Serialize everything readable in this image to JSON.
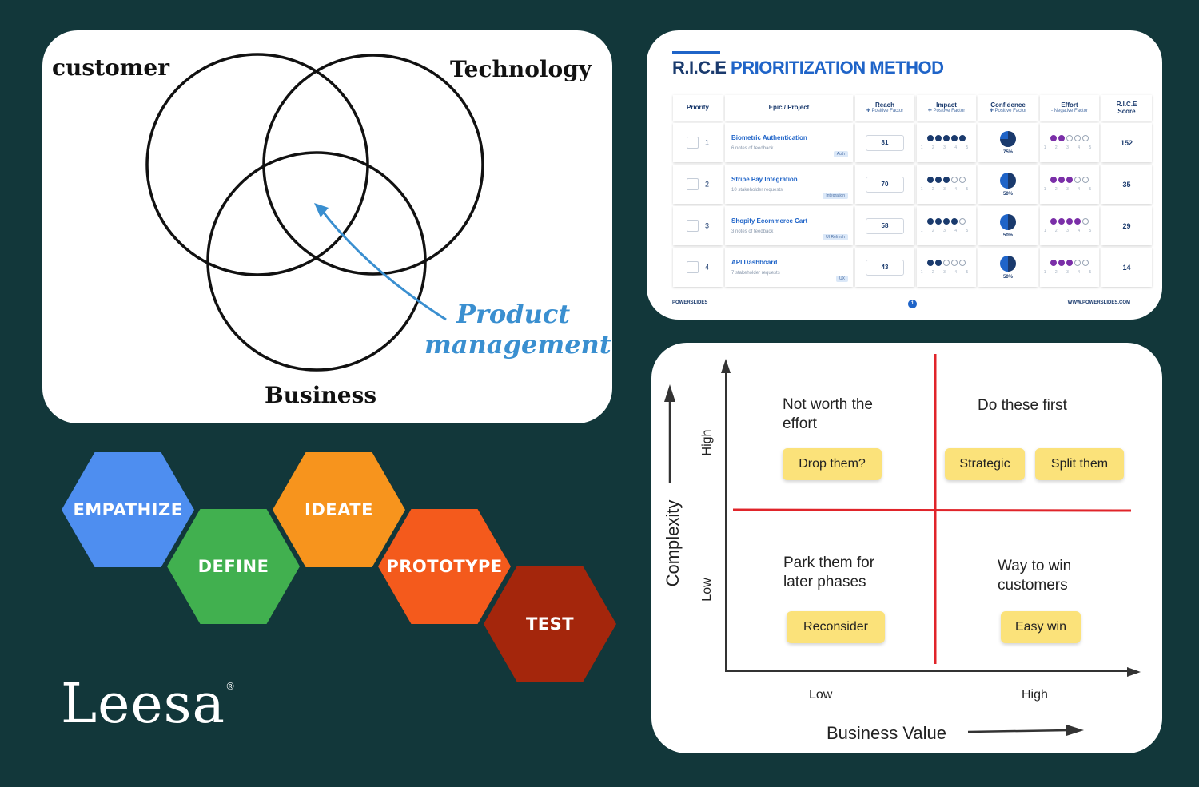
{
  "venn": {
    "labels": {
      "customer": "customer",
      "technology": "Technology",
      "business": "Business",
      "product_line1": "Product",
      "product_line2": "management"
    },
    "colors": {
      "stroke": "#111111",
      "arrow": "#3a8fd0"
    }
  },
  "rice": {
    "title_prefix": "R.I.C.E",
    "title_main": "PRIORITIZATION METHOD",
    "headers": {
      "priority": "Priority",
      "epic": "Epic / Project",
      "reach": "Reach",
      "reach_sub": "✚ Positive Factor",
      "impact": "Impact",
      "impact_sub": "✚ Positive Factor",
      "confidence": "Confidence",
      "confidence_sub": "✚ Positive Factor",
      "effort": "Effort",
      "effort_sub": "- Negative Factor",
      "score_line1": "R.I.C.E",
      "score_line2": "Score"
    },
    "rows": [
      {
        "priority": "1",
        "name": "Biometric Authentication",
        "note": "6 notes of feedback",
        "tag": "Auth",
        "reach": "81",
        "impact": 5,
        "confidence": "75%",
        "confidence_value": 0.75,
        "effort": 2,
        "score": "152"
      },
      {
        "priority": "2",
        "name": "Stripe Pay Integration",
        "note": "10 stakeholder requests",
        "tag": "Integration",
        "reach": "70",
        "impact": 3,
        "confidence": "50%",
        "confidence_value": 0.5,
        "effort": 3,
        "score": "35"
      },
      {
        "priority": "3",
        "name": "Shopify Ecommerce Cart",
        "note": "3 notes of feedback",
        "tag": "UI Refresh",
        "reach": "58",
        "impact": 4,
        "confidence": "50%",
        "confidence_value": 0.5,
        "effort": 4,
        "score": "29"
      },
      {
        "priority": "4",
        "name": "API Dashboard",
        "note": "7 stakeholder requests",
        "tag": "UX",
        "reach": "43",
        "impact": 2,
        "confidence": "50%",
        "confidence_value": 0.5,
        "effort": 3,
        "score": "14"
      }
    ],
    "footer": {
      "left": "POWERSLIDES",
      "page": "1",
      "right": "WWW.POWERSLIDES.COM"
    },
    "colors": {
      "impact": "#1a3a6d",
      "effort": "#7b2fa8",
      "accent": "#1f64c8"
    }
  },
  "matrix": {
    "quadrants": {
      "top_left": {
        "title": "Not worth the effort",
        "button": "Drop them?"
      },
      "top_right": {
        "title": "Do these first",
        "buttons": [
          "Strategic",
          "Split them"
        ]
      },
      "bottom_left": {
        "title": "Park them for later phases",
        "button": "Reconsider"
      },
      "bottom_right": {
        "title": "Way to win customers",
        "button": "Easy win"
      }
    },
    "y_axis": {
      "label": "Complexity",
      "high": "High",
      "low": "Low"
    },
    "x_axis": {
      "label": "Business Value",
      "low": "Low",
      "high": "High"
    },
    "colors": {
      "divider": "#e0242a",
      "button": "#fbe27a"
    }
  },
  "design_thinking": {
    "steps": [
      {
        "label": "EMPATHIZE",
        "color": "#4e8ef0"
      },
      {
        "label": "DEFINE",
        "color": "#41b04f"
      },
      {
        "label": "IDEATE",
        "color": "#f7941d"
      },
      {
        "label": "PROTOTYPE",
        "color": "#f45a1c"
      },
      {
        "label": "TEST",
        "color": "#a4260c"
      }
    ]
  },
  "brand": {
    "logo": "Leesa",
    "registered": "®"
  }
}
